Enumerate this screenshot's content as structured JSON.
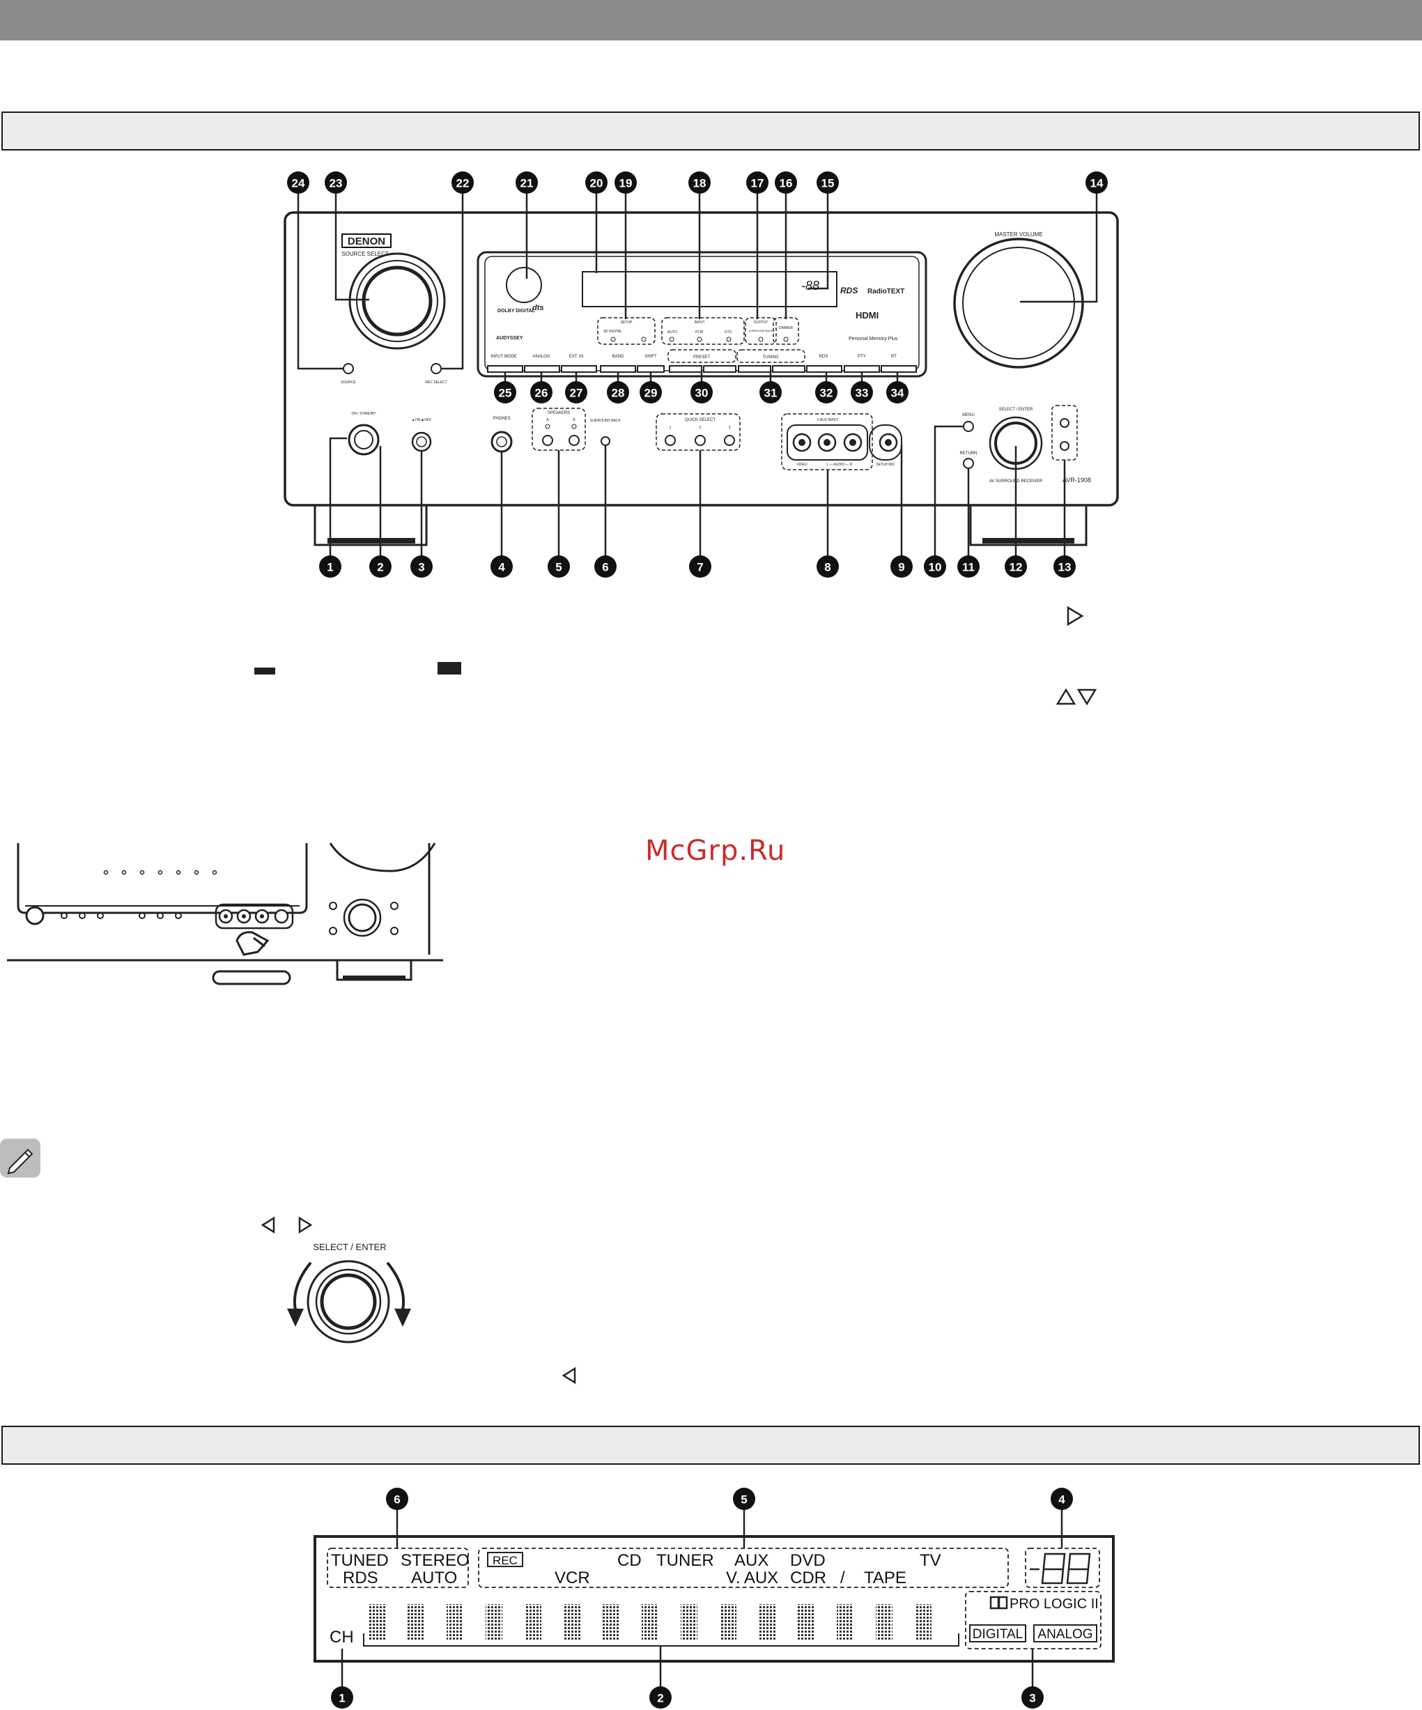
{
  "watermark": "McGrp.Ru",
  "front_panel": {
    "brand": "DENON",
    "source_select_label": "SOURCE SELECT",
    "master_volume_label": "MASTER VOLUME",
    "small_labels": {
      "source": "SOURCE",
      "rec_select": "REC SELECT",
      "on_standby": "ON / STANDBY",
      "on_off": "▲ON ■ OFF",
      "phones": "PHONES",
      "speakers": "SPEAKERS",
      "spk_a": "A",
      "spk_b": "B",
      "surround_back": "SURROUND BACK",
      "quick_select": "QUICK SELECT",
      "qs1": "1",
      "qs2": "2",
      "qs3": "3",
      "v_aux_input": "V.AUX INPUT",
      "video": "VIDEO",
      "audio_lr": "L — AUDIO — R",
      "setup_mic": "SETUP MIC",
      "menu": "MENU",
      "return": "RETURN",
      "select_enter": "SELECT / ENTER",
      "av_surround_receiver": "AV SURROUND RECEIVER",
      "model": "AVR-1908",
      "input_mode": "INPUT MODE",
      "analog": "ANALOG",
      "ext_in": "EXT. IN",
      "band": "BAND",
      "shift": "SHIFT",
      "preset": "PRESET",
      "tuning": "TUNING",
      "rds_btn": "RDS",
      "pty": "PTY",
      "rt": "RT",
      "dimmer": "DIMMER",
      "auto": "AUTO",
      "pcm": "PCM",
      "dts": "DTS",
      "surround_back_out": "SURROUND BACK",
      "input_group": "INPUT",
      "output_group": "OUTPUT",
      "setup_group": "SETUP",
      "digital_3d": "3D DIGITAL",
      "hdmi": "HDMI",
      "rds_logo": "RDS",
      "radio_text": "RadioTEXT",
      "personal_memory": "Personal Memory Plus",
      "audyssey": "AUDYSSEY",
      "dolby_digital": "DOLBY DIGITAL",
      "dts_logo": "dts",
      "display_digits": "-88"
    },
    "callouts_top": [
      "24",
      "23",
      "22",
      "21",
      "20",
      "19",
      "18",
      "17",
      "16",
      "15",
      "14"
    ],
    "callouts_row": [
      "25",
      "26",
      "27",
      "28",
      "29",
      "30",
      "31",
      "32",
      "33",
      "34"
    ],
    "callouts_bottom": [
      "1",
      "2",
      "3",
      "4",
      "5",
      "6",
      "7",
      "8",
      "9",
      "10",
      "11",
      "12",
      "13"
    ]
  },
  "diagram_select": {
    "label": "SELECT / ENTER"
  },
  "display_panel": {
    "tuned": "TUNED",
    "stereo": "STEREO",
    "rds": "RDS",
    "auto": "AUTO",
    "rec": "REC",
    "cd": "CD",
    "tuner": "TUNER",
    "aux": "AUX",
    "dvd": "DVD",
    "tv": "TV",
    "vcr": "VCR",
    "vaux": "V. AUX",
    "cdr": "CDR",
    "slash": "/",
    "tape": "TAPE",
    "ch": "CH",
    "pro_logic": "PRO LOGIC II",
    "digital": "DIGITAL",
    "analog": "ANALOG",
    "callouts_top": [
      "6",
      "5",
      "4"
    ],
    "callouts_bottom": [
      "1",
      "2",
      "3"
    ]
  }
}
